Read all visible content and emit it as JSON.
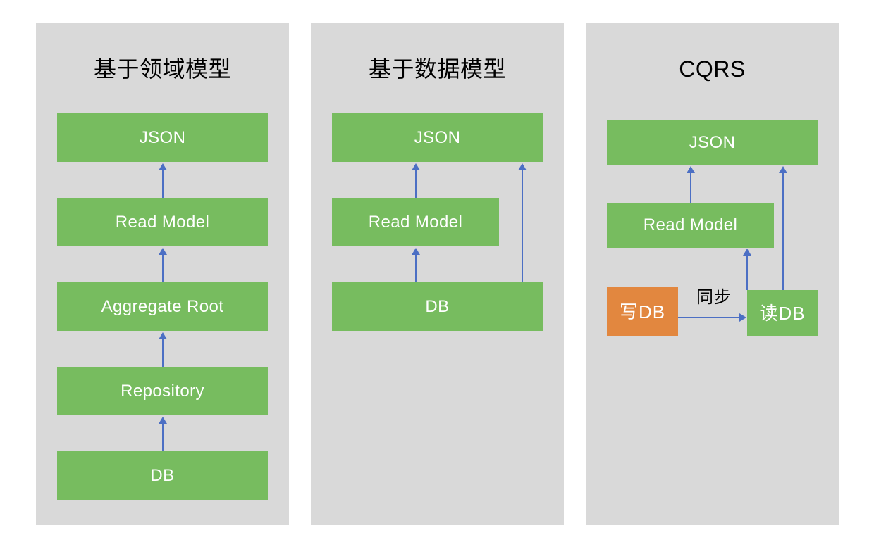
{
  "diagram": {
    "title": "",
    "background_color": "#ffffff",
    "panel_color": "#d9d9d9",
    "node_green": "#77bc5f",
    "node_orange": "#e2873f",
    "arrow_color": "#4c6fc4",
    "node_text_color": "#ffffff",
    "title_text_color": "#000000"
  },
  "panels": [
    {
      "id": "domain-model",
      "title": "基于领域模型",
      "nodes": [
        {
          "id": "json",
          "label": "JSON",
          "color": "green"
        },
        {
          "id": "read-model",
          "label": "Read Model",
          "color": "green"
        },
        {
          "id": "aggregate-root",
          "label": "Aggregate Root",
          "color": "green"
        },
        {
          "id": "repository",
          "label": "Repository",
          "color": "green"
        },
        {
          "id": "db",
          "label": "DB",
          "color": "green"
        }
      ],
      "edges": [
        {
          "from": "read-model",
          "to": "json",
          "label": ""
        },
        {
          "from": "aggregate-root",
          "to": "read-model",
          "label": ""
        },
        {
          "from": "repository",
          "to": "aggregate-root",
          "label": ""
        },
        {
          "from": "db",
          "to": "repository",
          "label": ""
        }
      ]
    },
    {
      "id": "data-model",
      "title": "基于数据模型",
      "nodes": [
        {
          "id": "json",
          "label": "JSON",
          "color": "green"
        },
        {
          "id": "read-model",
          "label": "Read Model",
          "color": "green"
        },
        {
          "id": "db",
          "label": "DB",
          "color": "green"
        }
      ],
      "edges": [
        {
          "from": "read-model",
          "to": "json",
          "label": ""
        },
        {
          "from": "db",
          "to": "read-model",
          "label": ""
        },
        {
          "from": "db",
          "to": "json",
          "label": ""
        }
      ]
    },
    {
      "id": "cqrs",
      "title": "CQRS",
      "nodes": [
        {
          "id": "json",
          "label": "JSON",
          "color": "green"
        },
        {
          "id": "read-model",
          "label": "Read Model",
          "color": "green"
        },
        {
          "id": "write-db",
          "label": "写DB",
          "color": "orange"
        },
        {
          "id": "read-db",
          "label": "读DB",
          "color": "green"
        }
      ],
      "edges": [
        {
          "from": "read-model",
          "to": "json",
          "label": ""
        },
        {
          "from": "read-db",
          "to": "read-model",
          "label": ""
        },
        {
          "from": "read-db",
          "to": "json",
          "label": ""
        },
        {
          "from": "write-db",
          "to": "read-db",
          "label": "同步"
        }
      ],
      "edge_labels": {
        "sync": "同步"
      }
    }
  ]
}
